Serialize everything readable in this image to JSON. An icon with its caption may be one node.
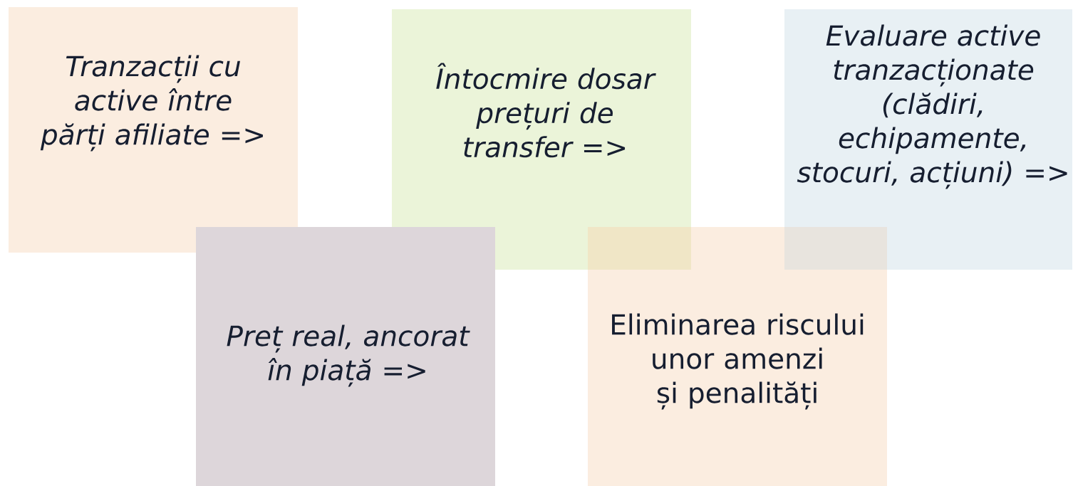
{
  "diagram": {
    "nodes": [
      {
        "text": [
          "Tranzacții cu active între părți afiliate =>"
        ]
      },
      {
        "text": [
          "Întocmire dosar prețuri de transfer =>"
        ]
      },
      {
        "text": [
          "Evaluare active tranzacționate (clădiri, echipamente, stocuri, acțiuni) =>"
        ]
      },
      {
        "text": [
          "Preț real, ancorat în piață =>"
        ]
      },
      {
        "text": [
          "Eliminarea riscului unor amenzi și penalități"
        ]
      }
    ]
  }
}
